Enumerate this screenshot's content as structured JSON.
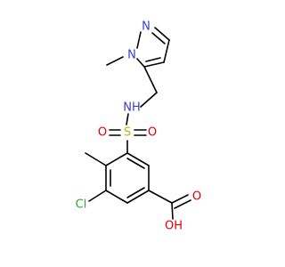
{
  "molecule": {
    "atoms": {
      "n_pyrazole_1": {
        "label": "N",
        "color": "#3b3bd6"
      },
      "n_pyrazole_2": {
        "label": "N",
        "color": "#3b3bd6"
      },
      "nh": {
        "label": "NH",
        "color": "#3b3bd6"
      },
      "s": {
        "label": "S",
        "color": "#c8b400"
      },
      "o_left": {
        "label": "O",
        "color": "#e00000"
      },
      "o_right": {
        "label": "O",
        "color": "#e00000"
      },
      "cl": {
        "label": "Cl",
        "color": "#2eaa2e"
      },
      "o_carbonyl": {
        "label": "O",
        "color": "#e00000"
      },
      "oh": {
        "label": "OH",
        "color": "#e00000"
      }
    }
  }
}
